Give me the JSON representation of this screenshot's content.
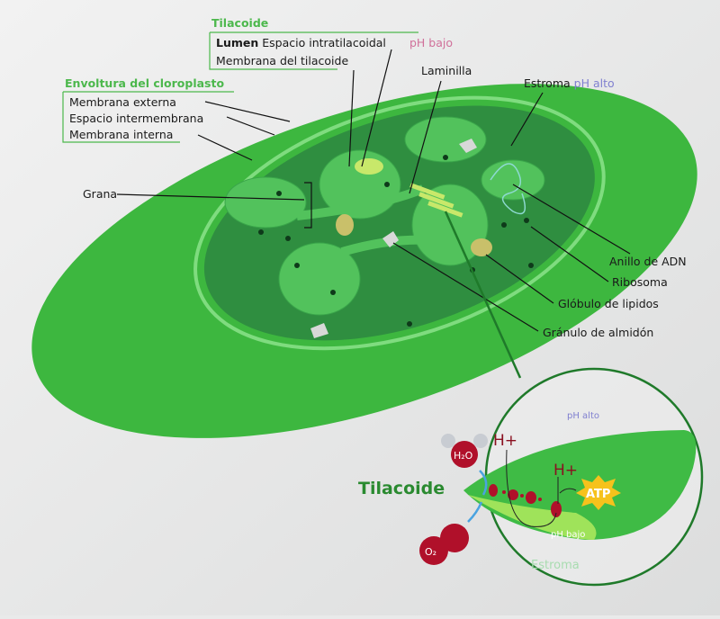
{
  "labels": {
    "tilacoide_title": "Tilacoide",
    "lumen": "Lumen",
    "lumen_desc": "Espacio intratilacoidal",
    "ph_bajo": "pH bajo",
    "membrana_tilacoide": "Membrana del tilacoide",
    "envoltura_title": "Envoltura del cloroplasto",
    "membrana_externa": "Membrana externa",
    "espacio_intermembrana": "Espacio intermembrana",
    "membrana_interna": "Membrana interna",
    "laminilla": "Laminilla",
    "estroma": "Estroma",
    "ph_alto": "pH alto",
    "grana": "Grana",
    "anillo_adn": "Anillo de ADN",
    "ribosoma": "Ribosoma",
    "globulo_lipidos": "Glóbulo de lipidos",
    "granulo_almidon": "Gránulo de almidón"
  },
  "inset": {
    "ph_alto": "pH alto",
    "tilacoide": "Tilacoide",
    "h_plus_1": "H+",
    "h_plus_2": "H+",
    "atp": "ATP",
    "ph_bajo": "pH bajo",
    "estroma": "Estroma",
    "h2o": "H₂O",
    "o2": "O₂"
  },
  "colors": {
    "outer": "#3cb83c",
    "stroma": "#2e8f3e",
    "grana": "#4fbf5a",
    "ph_bajo": "#d0709a",
    "ph_alto": "#8080d0",
    "molecule": "#b0102a"
  }
}
